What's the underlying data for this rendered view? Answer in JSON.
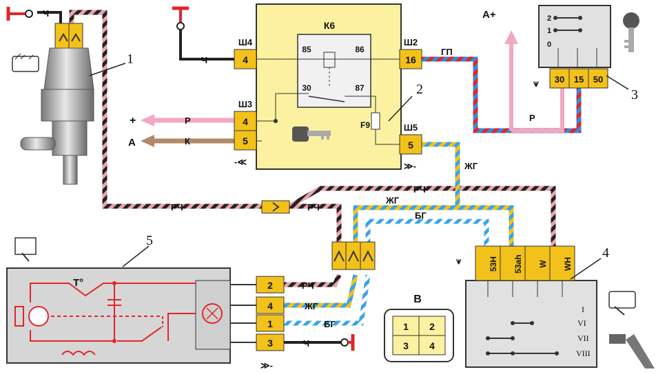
{
  "diagram": {
    "callouts": [
      "1",
      "2",
      "3",
      "4",
      "5"
    ],
    "relay": {
      "name": "К6",
      "pins": [
        "85",
        "86",
        "30",
        "87"
      ],
      "fuse": "F9"
    },
    "connectors": {
      "w4": "Ш4",
      "w3": "Ш3",
      "w2": "Ш2",
      "w5": "Ш5"
    },
    "relay_pins": {
      "w4": "4",
      "w3_top": "4",
      "w3_bot": "5",
      "w2": "16",
      "w5": "5"
    },
    "ignition_switch": {
      "positions": [
        "2",
        "1",
        "0"
      ],
      "terminals": [
        "30",
        "15",
        "50"
      ]
    },
    "wiper_switch": {
      "terminals": [
        "53H",
        "53ah",
        "W",
        "WH"
      ],
      "positions": [
        "I",
        "VI",
        "VII",
        "VIII"
      ]
    },
    "motor_connector": {
      "pins": [
        "2",
        "4",
        "1",
        "3"
      ]
    },
    "view_b": {
      "title": "В",
      "pins": [
        "1",
        "2",
        "3",
        "4"
      ]
    },
    "wires": {
      "ch": "Ч",
      "p": "Р",
      "k": "К",
      "gp": "ГП",
      "zhg": "ЖГ",
      "bg": "БГ",
      "rch": "РЧ"
    },
    "arrows": {
      "plus": "+",
      "a": "А",
      "a_plus": "А+"
    },
    "thermo": "T°"
  }
}
